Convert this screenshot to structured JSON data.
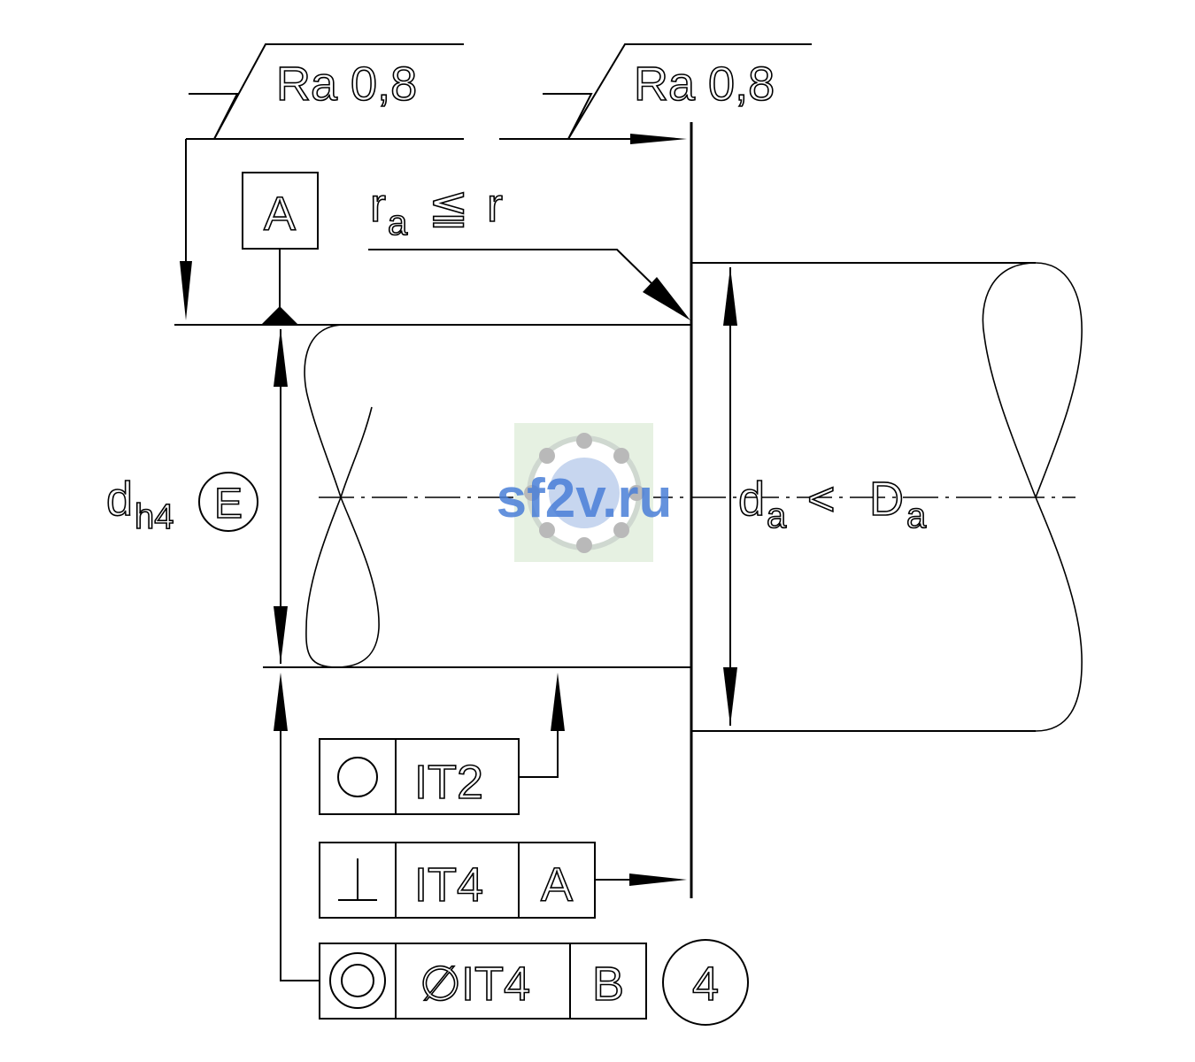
{
  "surface_finish": {
    "left": "Ra 0,8",
    "right": "Ra 0,8"
  },
  "datum_a": "A",
  "radius_note": {
    "r_main": "r",
    "r_sub": "a",
    "relation": "≦",
    "r_right": "r"
  },
  "shaft_diameter": {
    "main": "d",
    "sub": "h4",
    "envelope": "E"
  },
  "housing_relation": {
    "d_main": "d",
    "d_sub": "a",
    "relation": "<",
    "D_main": "D",
    "D_sub": "a"
  },
  "tolerance_frames": {
    "roundness": {
      "symbol": "○",
      "value": "IT2"
    },
    "perpendicularity": {
      "symbol": "⊥",
      "value": "IT4",
      "datum": "A"
    },
    "concentricity": {
      "value": "∅IT4",
      "datum": "B",
      "note": "4"
    }
  },
  "watermark": "sf2v.ru",
  "colors": {
    "line": "#000000",
    "watermark_text": "#4a7fd8",
    "watermark_bg": "#e6f1e2"
  }
}
